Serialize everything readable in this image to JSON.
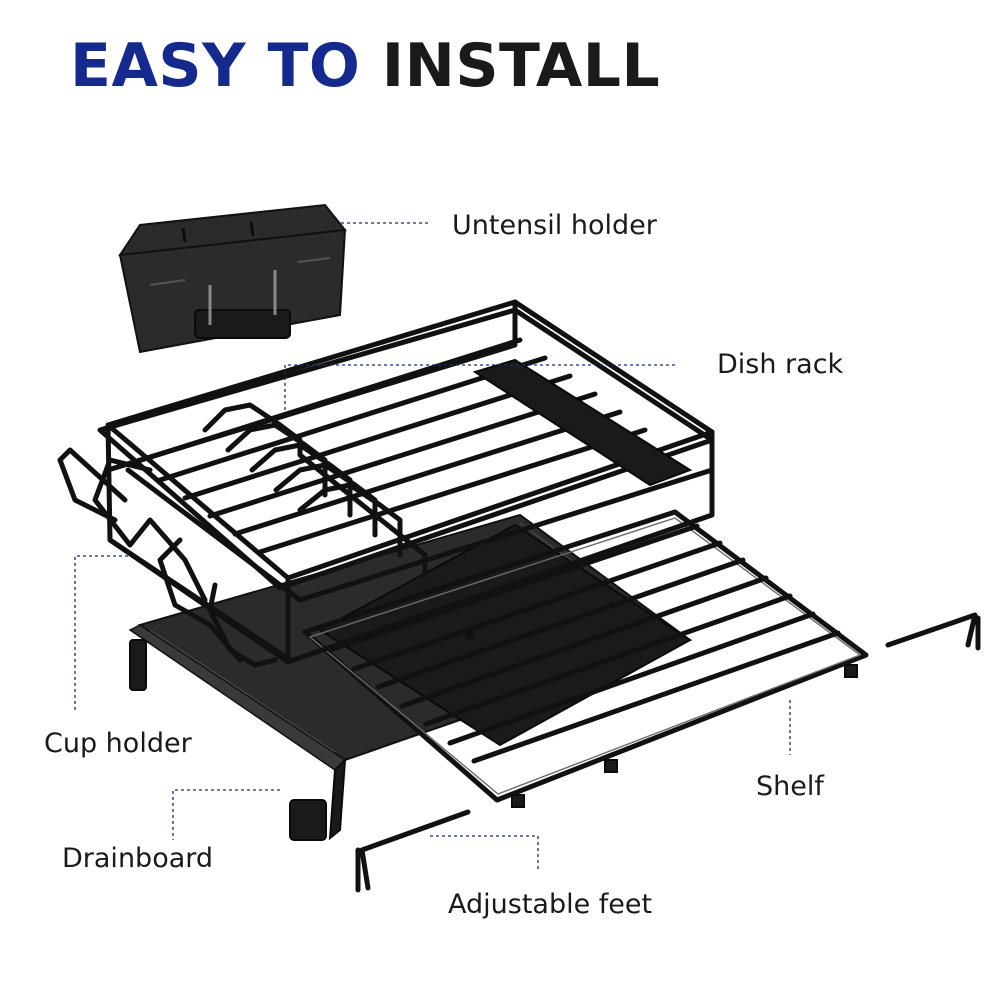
{
  "title": {
    "accent": "EASY TO",
    "main": "INSTALL"
  },
  "labels": {
    "utensil_holder": "Untensil holder",
    "dish_rack": "Dish rack",
    "cup_holder": "Cup holder",
    "shelf": "Shelf",
    "drainboard": "Drainboard",
    "adjustable_feet": "Adjustable feet"
  },
  "colors": {
    "title_accent": "#152a8c",
    "title_main": "#1a1a1a",
    "product_black": "#111111",
    "leader_line": "#1c2a6e"
  },
  "icons": [
    "utensil-holder-illustration",
    "dish-rack-illustration",
    "cup-holder-illustration",
    "shelf-illustration",
    "drainboard-illustration",
    "adjustable-foot-illustration"
  ]
}
